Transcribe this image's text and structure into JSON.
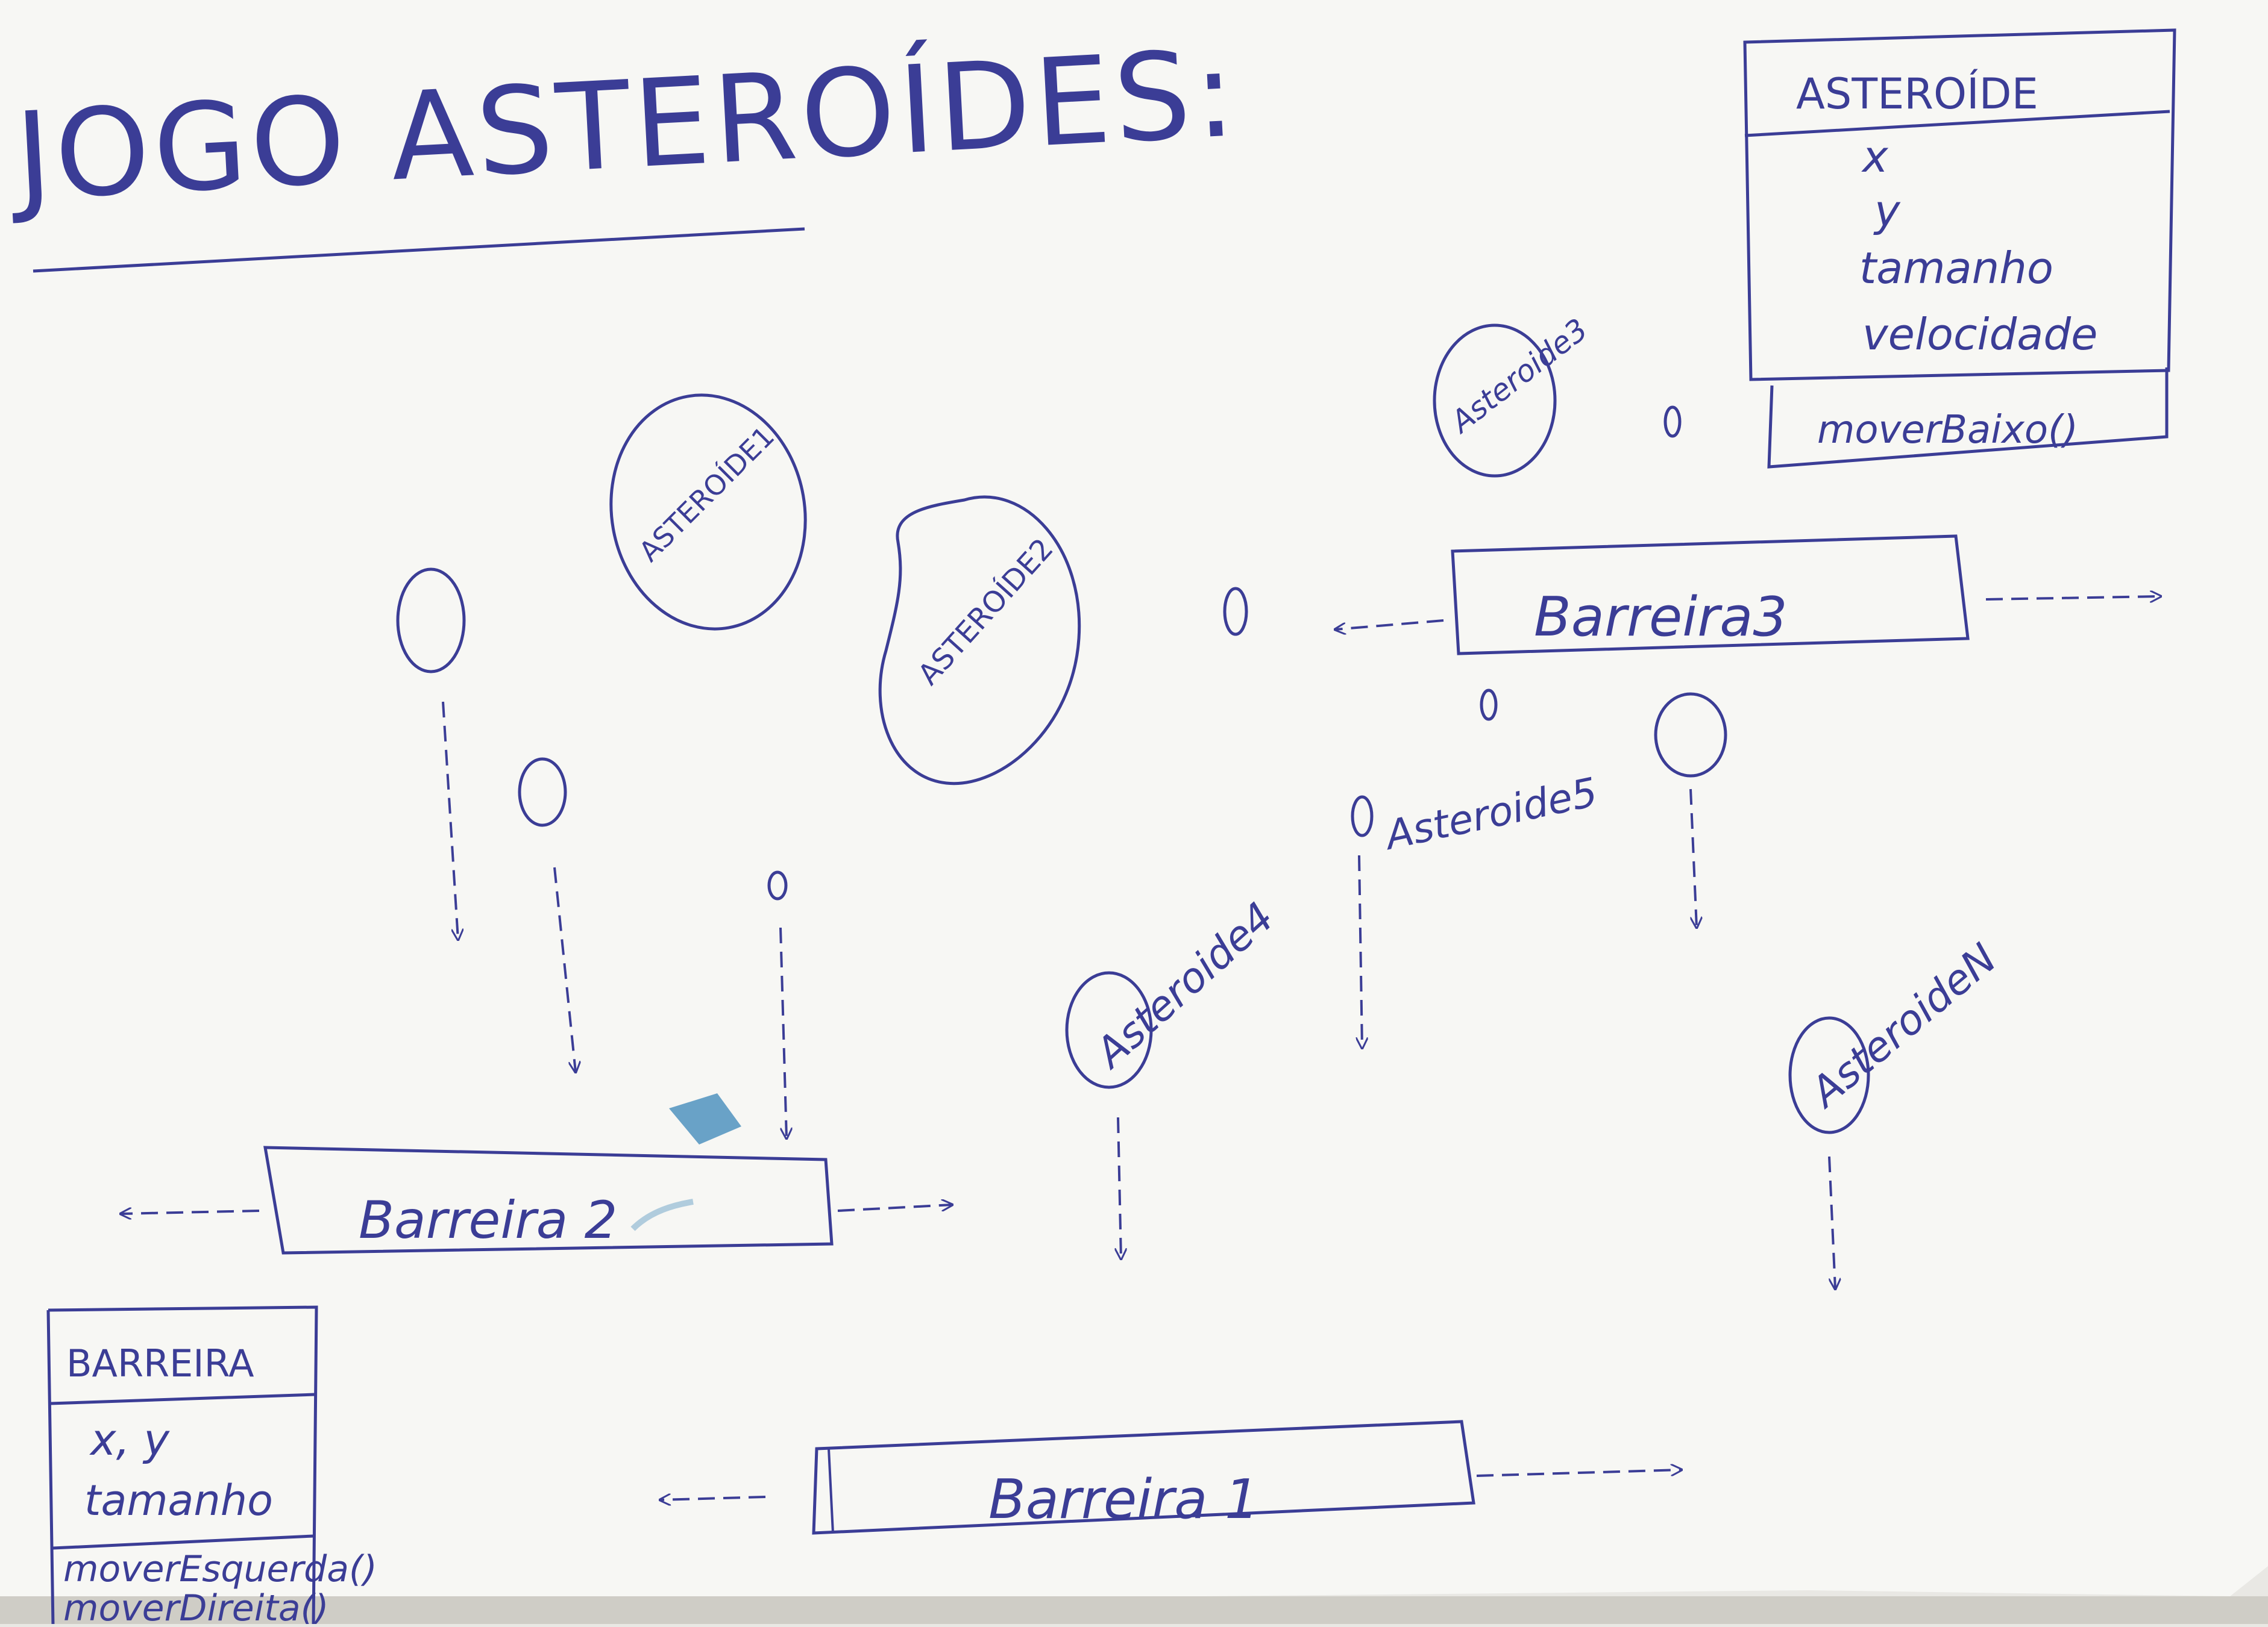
{
  "title": "JOGO ASTEROÍDES:",
  "colors": {
    "ink": "#3b3d96",
    "paper": "#f7f7f4",
    "shadow": "#d9d8d3",
    "blot": "#3a86b8"
  },
  "asteroid_class": {
    "name": "ASTEROÍDE",
    "attributes": [
      "x",
      "y",
      "tamanho",
      "velocidade"
    ],
    "methods": [
      "moverBaixo()"
    ]
  },
  "barrier_class": {
    "name": "BARREIRA",
    "attributes": [
      "x, y",
      "tamanho"
    ],
    "methods": [
      "moverEsquerda()",
      "moverDireita()"
    ]
  },
  "asteroids": [
    {
      "id": "a1",
      "label": "ASTEROÍDE1"
    },
    {
      "id": "a2",
      "label": "ASTEROÍDE2"
    },
    {
      "id": "a3",
      "label": "Asteroide3"
    },
    {
      "id": "a4",
      "label": "Asteroide4"
    },
    {
      "id": "a5",
      "label": "Asteroide5"
    },
    {
      "id": "aN",
      "label": "AsteroideN"
    }
  ],
  "barriers": [
    {
      "id": "b1",
      "label": "Barreira 1"
    },
    {
      "id": "b2",
      "label": "Barreira 2"
    },
    {
      "id": "b3",
      "label": "Barreira3"
    }
  ]
}
